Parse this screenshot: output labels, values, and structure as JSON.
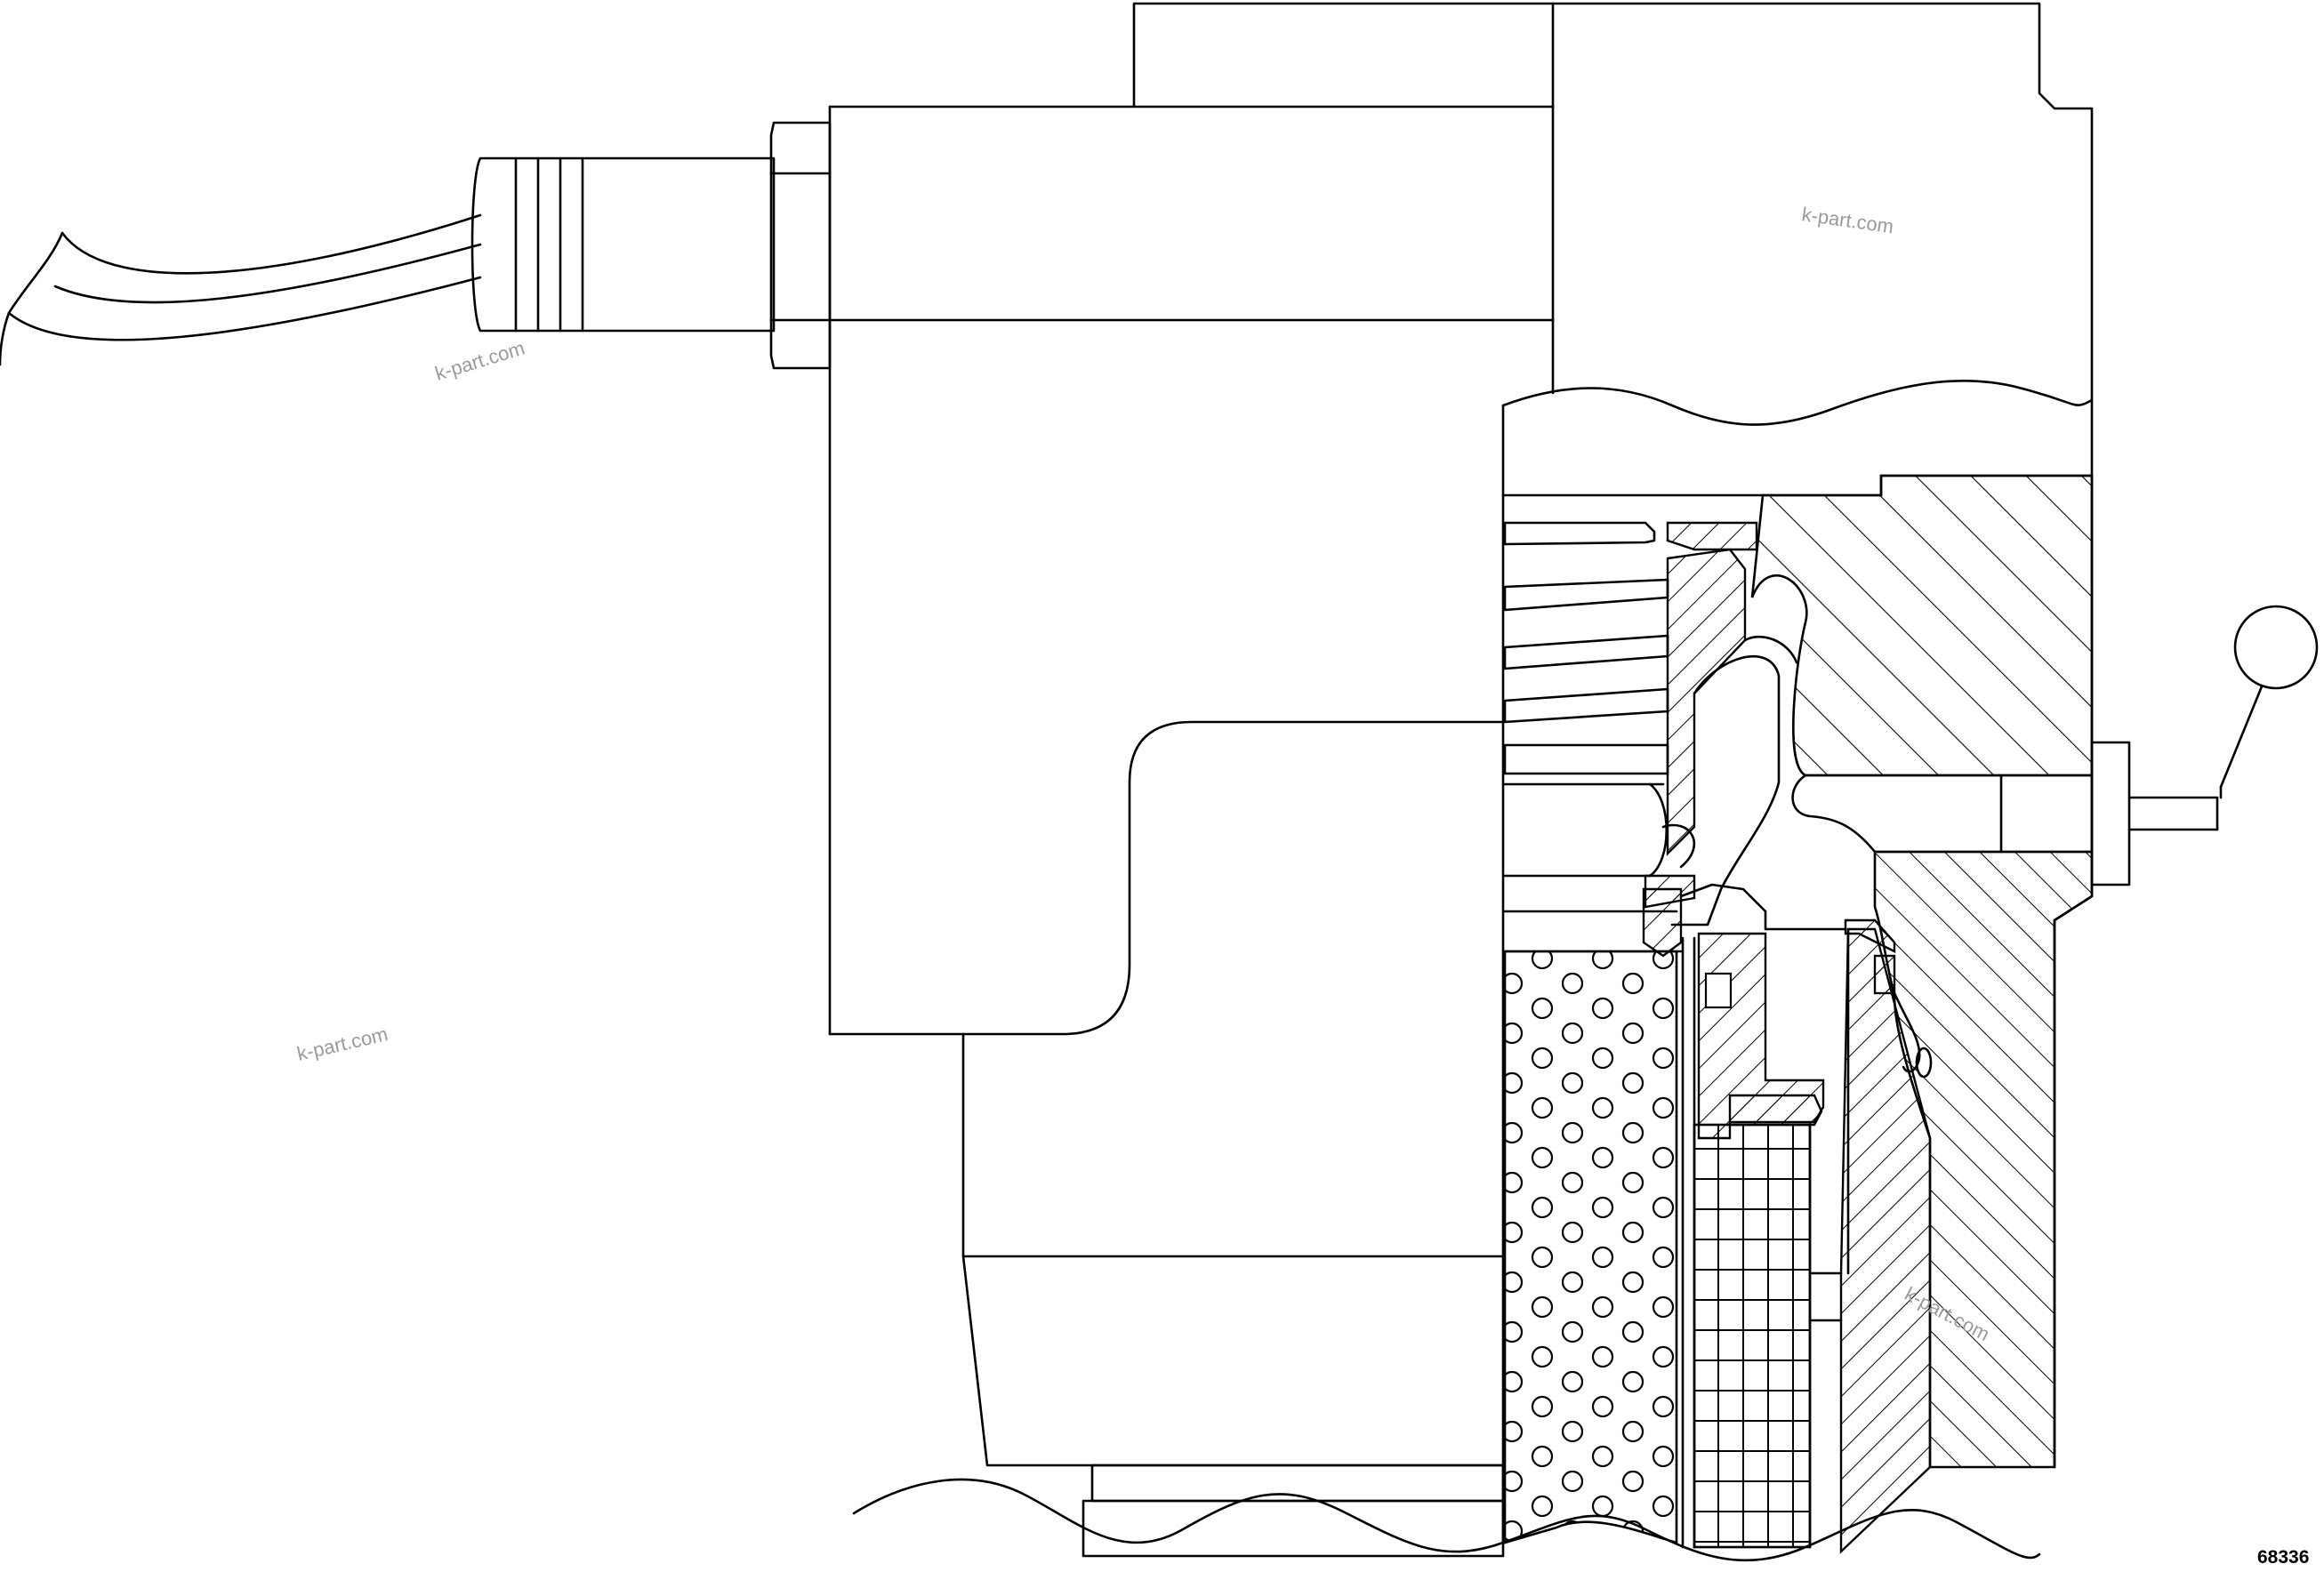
{
  "diagram": {
    "figure_number": "68336",
    "callout_label": "",
    "watermarks": [
      "k-part.com",
      "k-part.com",
      "k-part.com",
      "k-part.com"
    ]
  }
}
